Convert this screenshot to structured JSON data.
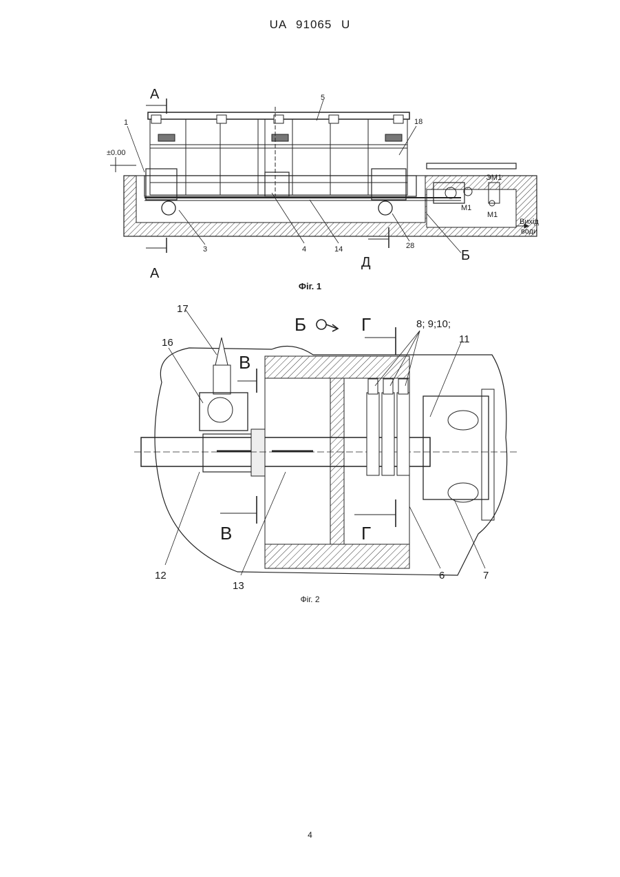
{
  "header": {
    "doc_id": "UA   91065   U"
  },
  "figure1": {
    "caption": "Фіг. 1",
    "labels": {
      "section_a_top": "А",
      "section_a_bottom": "А",
      "level": "±0.00",
      "l1": "1",
      "l3": "3",
      "l4": "4",
      "l5": "5",
      "l14": "14",
      "l18": "18",
      "l28": "28",
      "b": "Б",
      "d": "Д",
      "em1": "ЭМ1",
      "m1a": "М1",
      "m1b": "М1",
      "outlet_line1": "Вихід",
      "outlet_line2": "води"
    }
  },
  "figure2": {
    "caption": "Фіг. 2",
    "labels": {
      "b_view": "Б",
      "g_top": "Г",
      "g_bottom": "Г",
      "v_top": "В",
      "v_bottom": "В",
      "l6": "6",
      "l7": "7",
      "l8910": "8; 9;10;",
      "l11": "11",
      "l12": "12",
      "l13": "13",
      "l16": "16",
      "l17": "17"
    }
  },
  "page_number": "4"
}
